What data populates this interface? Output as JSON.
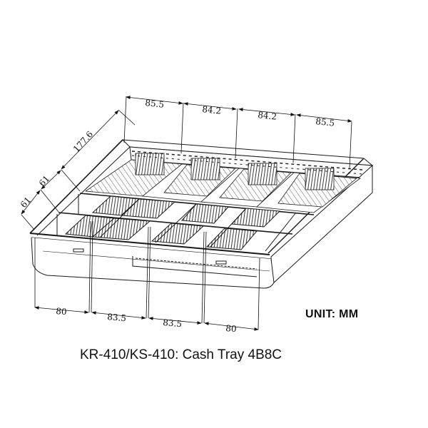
{
  "diagram": {
    "title": "KR-410/KS-410: Cash Tray 4B8C",
    "unit_label": "UNIT: MM",
    "top_dimensions": [
      "85.5",
      "84.2",
      "84.2",
      "85.5"
    ],
    "bottom_dimensions": [
      "80",
      "83.5",
      "83.5",
      "80"
    ],
    "side_dimensions": {
      "depth_bill": "177.6",
      "coin_row_1": "61",
      "coin_row_2": "61"
    },
    "bill_compartments": 4,
    "coin_compartments": 8,
    "colors": {
      "line": "#1a1a1a",
      "background": "#ffffff"
    }
  }
}
